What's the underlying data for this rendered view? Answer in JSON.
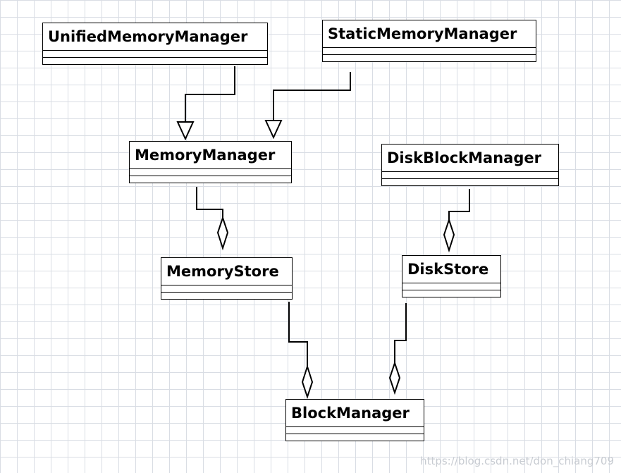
{
  "classes": {
    "unified_memory_manager": "UnifiedMemoryManager",
    "static_memory_manager": "StaticMemoryManager",
    "memory_manager": "MemoryManager",
    "disk_block_manager": "DiskBlockManager",
    "memory_store": "MemoryStore",
    "disk_store": "DiskStore",
    "block_manager": "BlockManager"
  },
  "watermark": "https://blog.csdn.net/don_chiang709"
}
